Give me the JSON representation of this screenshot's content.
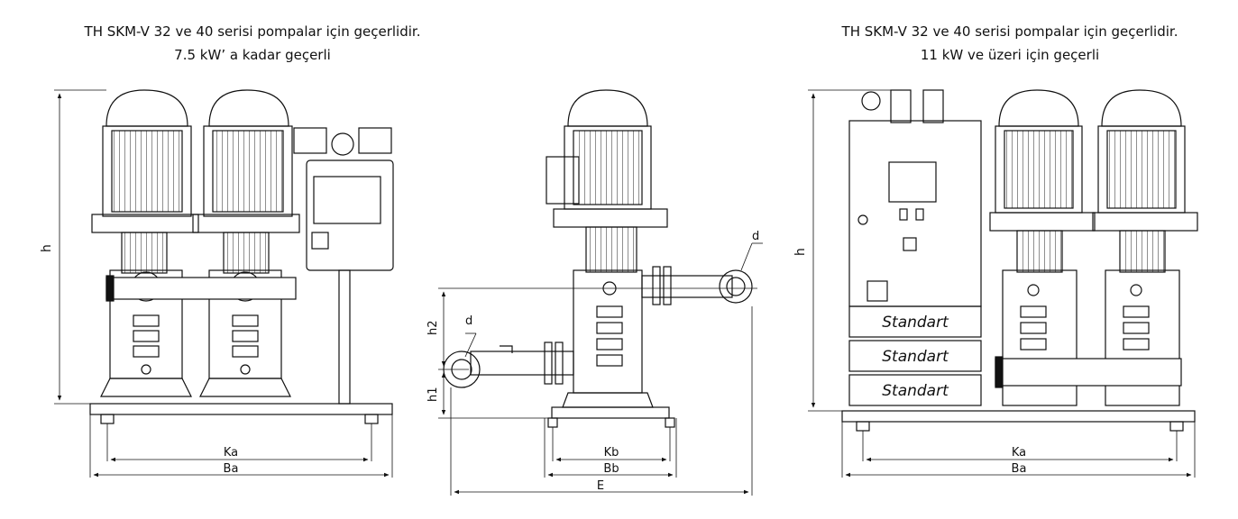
{
  "captions": {
    "left": {
      "line1": "TH SKM-V 32 ve 40 serisi pompalar için geçerlidir.",
      "line2": "7.5 kW’ a kadar geçerli"
    },
    "right": {
      "line1": "TH SKM-V 32 ve 40 serisi pompalar için geçerlidir.",
      "line2": "11 kW ve üzeri için geçerli"
    }
  },
  "dimensions": {
    "left": {
      "height": "h",
      "inner_width": "Ka",
      "outer_width": "Ba"
    },
    "middle": {
      "upper_height": "h2",
      "lower_height": "h1",
      "upper_pipe": "d",
      "lower_pipe": "d",
      "inner_width": "Kb",
      "outer_width": "Bb",
      "overall_width": "E"
    },
    "right": {
      "height": "h",
      "inner_width": "Ka",
      "outer_width": "Ba"
    }
  },
  "brand_plates": [
    "Standart",
    "Standart",
    "Standart"
  ]
}
